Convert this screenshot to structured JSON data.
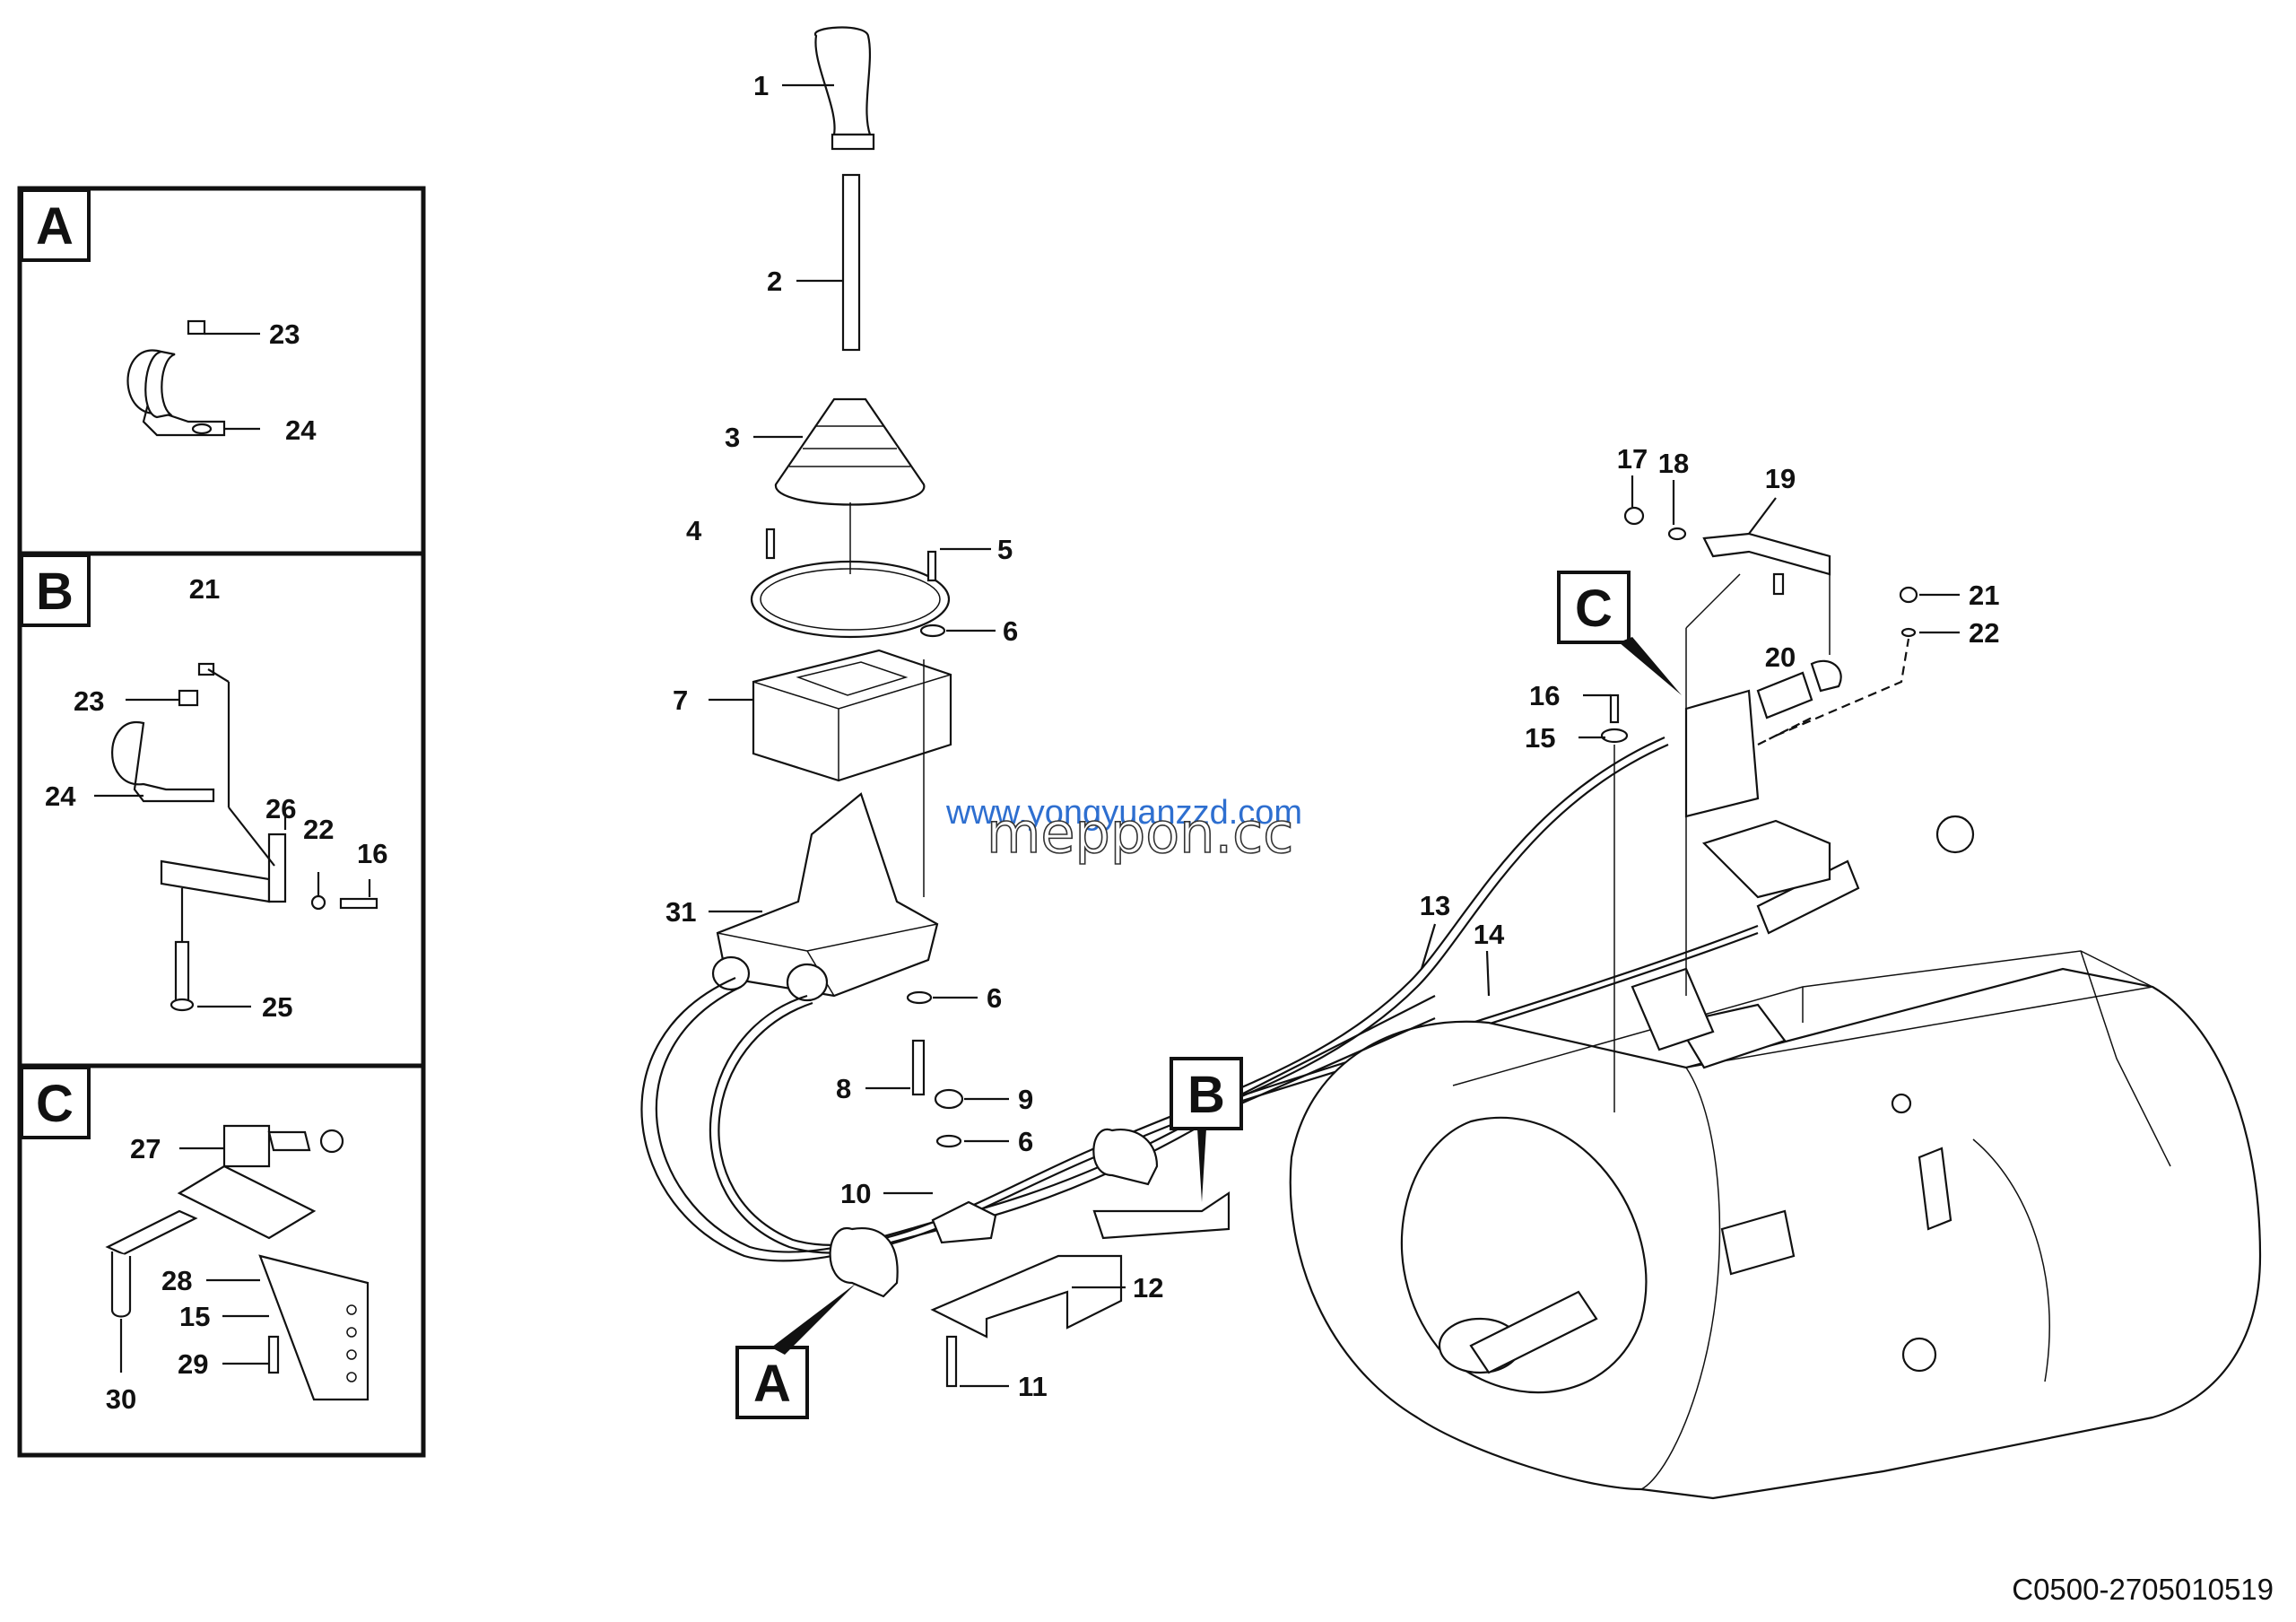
{
  "inset_panels": [
    {
      "key": "A",
      "letter": "A",
      "labels": [
        "23",
        "24"
      ]
    },
    {
      "key": "B",
      "letter": "B",
      "labels": [
        "21",
        "23",
        "24",
        "26",
        "22",
        "16",
        "25"
      ]
    },
    {
      "key": "C",
      "letter": "C",
      "labels": [
        "27",
        "28",
        "15",
        "29",
        "30"
      ]
    }
  ],
  "main_labels": [
    "1",
    "2",
    "3",
    "4",
    "5",
    "6",
    "7",
    "31",
    "6",
    "8",
    "9",
    "6",
    "10",
    "12",
    "11",
    "17",
    "18",
    "19",
    "21",
    "22",
    "20",
    "16",
    "15",
    "13",
    "14"
  ],
  "callouts": {
    "A": "A",
    "B": "B",
    "C": "C"
  },
  "watermark": {
    "url": "www.yongyuanzzd.com",
    "brand": "meppon.cc"
  },
  "drawing_code": "C0500-2705010519"
}
